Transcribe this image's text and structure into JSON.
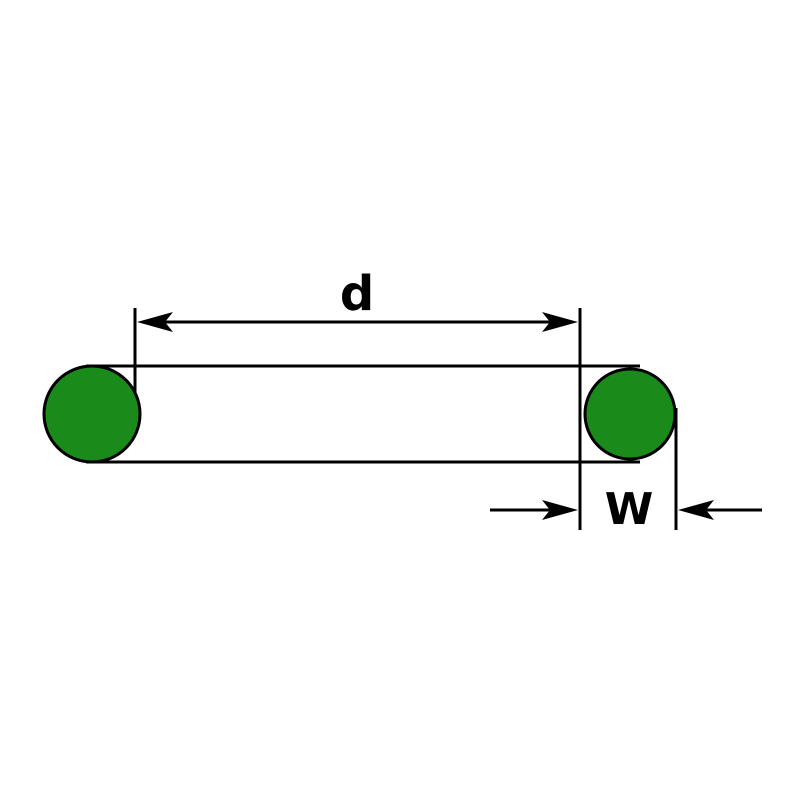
{
  "diagram": {
    "title": "o-ring-cross-section-dimension-drawing",
    "labels": {
      "inner_diameter": "d",
      "cross_section_width": "W"
    },
    "colors": {
      "oring_fill": "#1a8a1a",
      "line": "#000000",
      "background": "#ffffff"
    }
  }
}
